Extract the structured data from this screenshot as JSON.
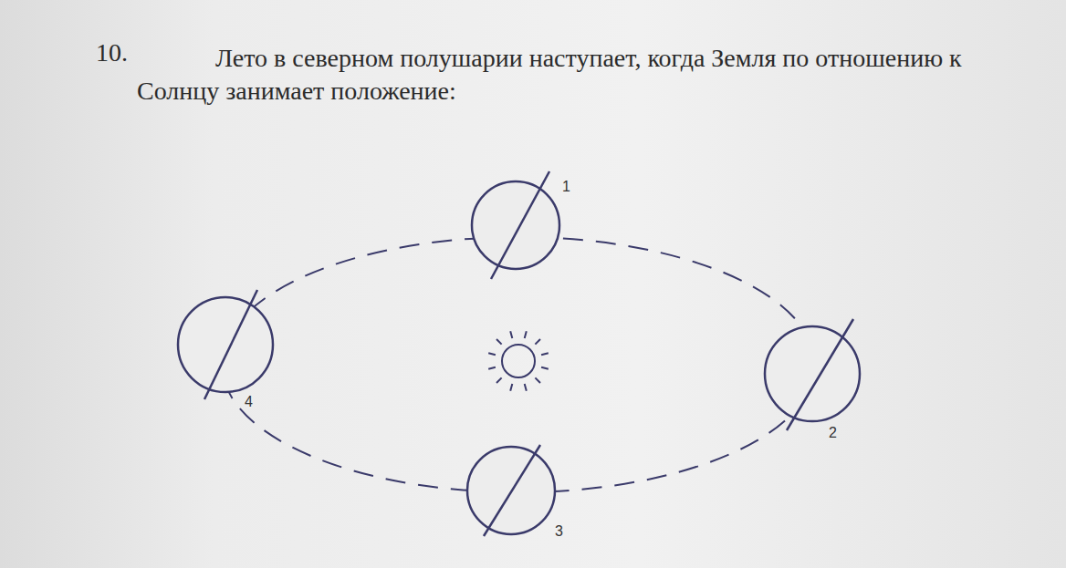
{
  "diagram": {
    "title": "Лето в северном полушарии наступает, когда Земля по отношению к Солнцу занимает положение:",
    "labels": [
      "10.",
      "1",
      "2",
      "3",
      "4"
    ]
  }
}
